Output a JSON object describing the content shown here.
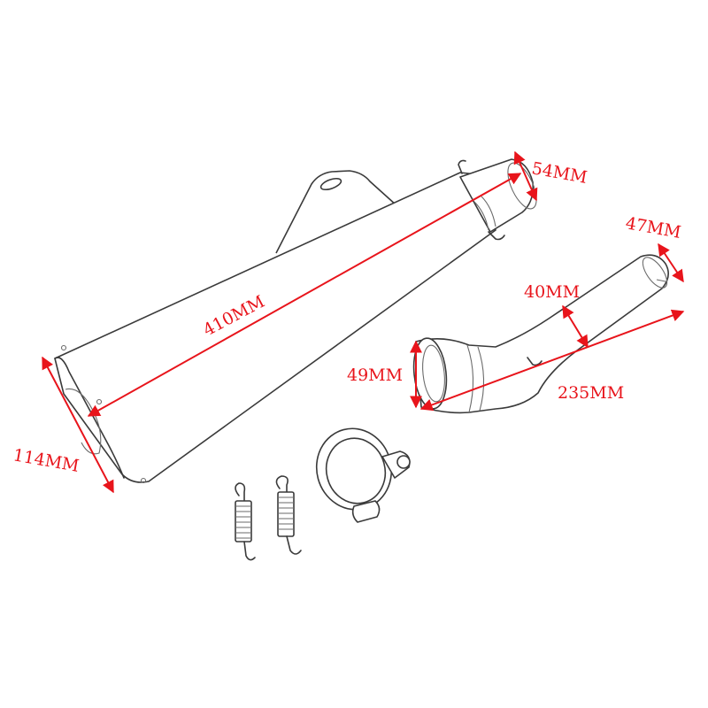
{
  "colors": {
    "dimension": "#e8141b",
    "outline": "#3a3a3a",
    "background": "#ffffff"
  },
  "dimensions": {
    "muffler_length": "410MM",
    "muffler_outlet": "114MM",
    "muffler_inlet": "54MM",
    "pipe_end": "47MM",
    "pipe_mid": "40MM",
    "pipe_inlet": "49MM",
    "pipe_length": "235MM"
  }
}
